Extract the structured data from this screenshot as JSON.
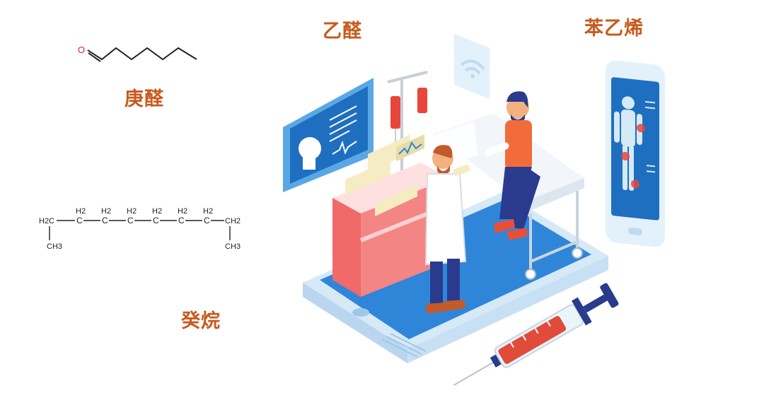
{
  "labels": {
    "heptanal": "庚醛",
    "decane": "癸烷",
    "acetaldehyde": "乙醛",
    "styrene": "苯乙烯"
  },
  "structures": {
    "heptanal_atom": "O",
    "decane_groups": {
      "left_end": "H2C",
      "ch2": "H2",
      "right_end": "CH2",
      "methyl": "CH3"
    }
  },
  "colors": {
    "label_text": "#c8591c",
    "oxygen": "#e02020",
    "tablet_blue": "#2f86d9",
    "tablet_frame": "#eaf4fb",
    "desk_red": "#f06a6a",
    "coat": "#ffffff",
    "pants": "#2a3a8c",
    "shirt_orange": "#f26b3a",
    "syringe_fluid": "#e04b3a"
  },
  "icons": [
    "wifi-icon",
    "head-profile-icon",
    "body-scan-icon",
    "syringe-icon",
    "iv-stand-icon"
  ]
}
